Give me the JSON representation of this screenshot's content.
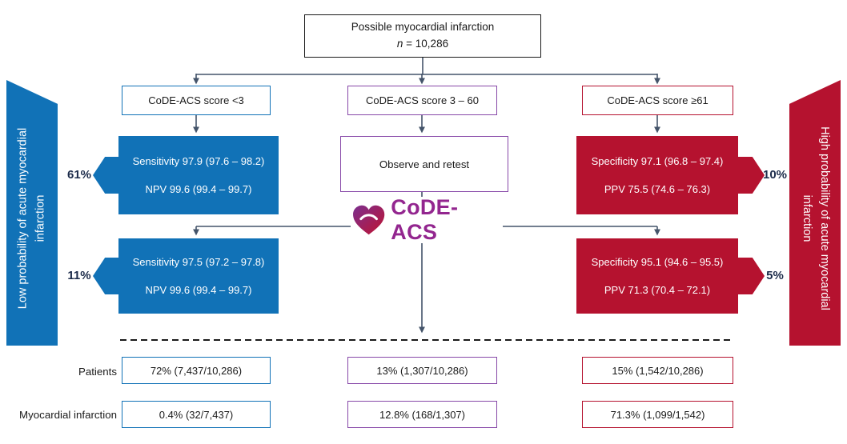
{
  "colors": {
    "blue": "#1172B7",
    "purple": "#8748A8",
    "red": "#B5122F",
    "logo_purple": "#93268F",
    "line": "#44546A",
    "pct_text": "#1C2B4A"
  },
  "root_box": {
    "line1": "Possible myocardial infarction",
    "n_label": "n",
    "n_value": " = 10,286"
  },
  "banners": {
    "left": "Low probability of acute myocardial infarction",
    "right": "High probability of acute myocardial infarction"
  },
  "score_boxes": {
    "low": "CoDE-ACS score <3",
    "mid": "CoDE-ACS score 3 – 60",
    "high": "CoDE-ACS score ≥61"
  },
  "results": {
    "low_first": {
      "line1": "Sensitivity 97.9 (97.6 – 98.2)",
      "line2": "NPV 99.6 (99.4 – 99.7)",
      "pct": "61%"
    },
    "low_second": {
      "line1": "Sensitivity 97.5 (97.2 – 97.8)",
      "line2": "NPV 99.6 (99.4 – 99.7)",
      "pct": "11%"
    },
    "observe": {
      "label": "Observe and retest"
    },
    "high_first": {
      "line1": "Specificity 97.1 (96.8 – 97.4)",
      "line2": "PPV 75.5 (74.6 – 76.3)",
      "pct": "10%"
    },
    "high_second": {
      "line1": "Specificity 95.1 (94.6 – 95.5)",
      "line2": "PPV 71.3 (70.4 – 72.1)",
      "pct": "5%"
    }
  },
  "logo": {
    "text": "CoDE-ACS",
    "icon": "heart-icon"
  },
  "summary": {
    "rows": [
      {
        "label": "Patients",
        "low": "72% (7,437/10,286)",
        "mid": "13% (1,307/10,286)",
        "high": "15% (1,542/10,286)"
      },
      {
        "label": "Myocardial infarction",
        "low": "0.4% (32/7,437)",
        "mid": "12.8% (168/1,307)",
        "high": "71.3% (1,099/1,542)"
      }
    ]
  }
}
